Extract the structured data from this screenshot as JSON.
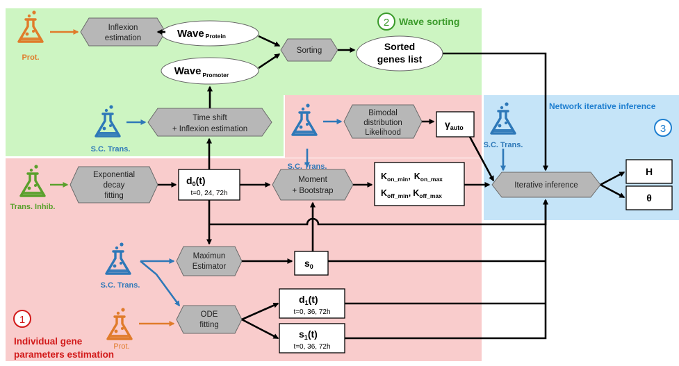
{
  "sections": {
    "wave_sorting": {
      "number": "2",
      "title": "Wave sorting",
      "color": "#3a9a2a"
    },
    "network_inference": {
      "number": "3",
      "title": "Network iterative inference",
      "color": "#1f7fd0"
    },
    "individual_params": {
      "number": "1",
      "title_line1": "Individual gene",
      "title_line2": "parameters estimation",
      "color": "#d21a1a"
    }
  },
  "sources": {
    "prot_top": "Prot.",
    "sc_trans_time": "S.C. Trans.",
    "sc_trans_bimodal": "S.C. Trans.",
    "sc_trans_network": "S.C. Trans.",
    "trans_inhib": "Trans. Inhib.",
    "sc_trans_mle": "S.C. Trans.",
    "prot_bottom": "Prot."
  },
  "source_colors": {
    "prot": "#e07b2a",
    "sc_trans": "#2e78b8",
    "trans_inhib": "#5aa02c"
  },
  "processes": {
    "inflexion": [
      "Inflexion",
      "estimation"
    ],
    "sorting": [
      "Sorting"
    ],
    "time_shift": [
      "Time shift",
      "+ Inflexion estimation"
    ],
    "bimodal": [
      "Bimodal",
      "distribution",
      "Likelihood"
    ],
    "exp_decay": [
      "Exponential",
      "decay",
      "fitting"
    ],
    "moment": [
      "Moment",
      "+ Bootstrap"
    ],
    "iterative": [
      "Iterative inference"
    ],
    "mle": [
      "Maximun",
      "Estimator"
    ],
    "ode": [
      "ODE",
      "fitting"
    ]
  },
  "nodes": {
    "wave_protein": {
      "main": "Wave",
      "sub": "Protein"
    },
    "wave_promoter": {
      "main": "Wave",
      "sub": "Promoter"
    },
    "sorted_list": [
      "Sorted",
      "genes list"
    ],
    "gamma": {
      "main": "γ",
      "sub": "auto"
    },
    "d0": {
      "main": "d",
      "sub": "0",
      "arg": "(t)",
      "times": "t=0, 24, 72h"
    },
    "k": {
      "k": "K",
      "on_min": "on_min",
      "on_max": "on_max",
      "off_min": "off_min",
      "off_max": "off_max",
      "comma": ","
    },
    "s0": {
      "main": "s",
      "sub": "0"
    },
    "d1": {
      "main": "d",
      "sub": "1",
      "arg": "(t)",
      "times": "t=0, 36, 72h"
    },
    "s1": {
      "main": "s",
      "sub": "1",
      "arg": "(t)",
      "times": "t=0, 36, 72h"
    },
    "H": "H",
    "theta": "θ"
  },
  "icons": {
    "flask": "flask-icon",
    "process": "hexagon-shape",
    "sequence_circle": "numbered-circle-icon"
  },
  "colors": {
    "green_panel": "#cdf5c2",
    "red_panel": "#f9cccc",
    "blue_panel": "#c5e4f8",
    "process_fill": "#b7b7b7"
  }
}
